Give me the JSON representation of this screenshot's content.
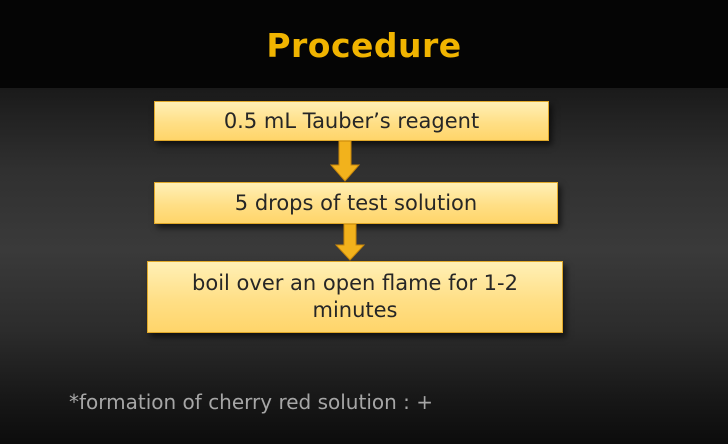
{
  "slide": {
    "title": "Procedure",
    "steps": [
      {
        "label": "0.5 mL Tauber’s reagent"
      },
      {
        "label": "5 drops of test solution"
      },
      {
        "label": "boil over an open flame for 1-2 minutes"
      }
    ],
    "note": "*formation of cherry red solution : +",
    "colors": {
      "title": "#f0b400",
      "box_fill": "#ffdf86",
      "box_border": "#e0a82a",
      "arrow_fill": "#f2b21c",
      "note": "#a6a6a6"
    },
    "icons": [
      "down-arrow-icon"
    ]
  }
}
